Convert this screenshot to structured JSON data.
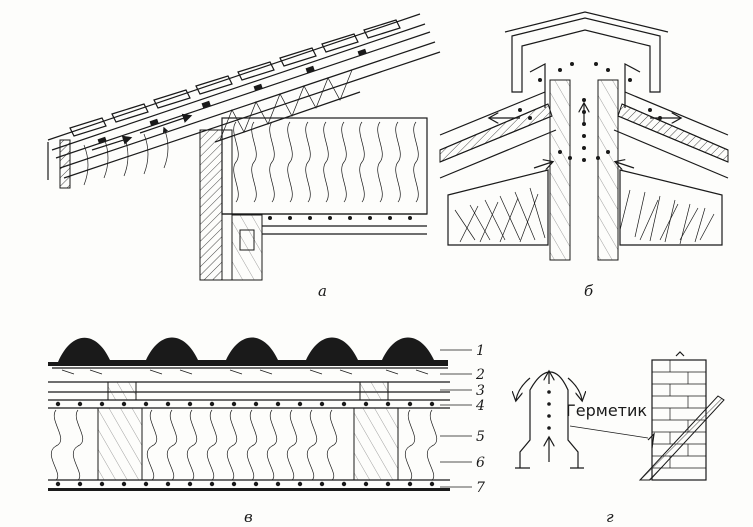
{
  "panels": {
    "a": {
      "caption": "а"
    },
    "b": {
      "caption": "б"
    },
    "v": {
      "caption": "в",
      "layer_numbers": [
        "1",
        "2",
        "3",
        "4",
        "5",
        "6",
        "7"
      ]
    },
    "g": {
      "caption": "г",
      "sealant_label": "Герметик"
    }
  }
}
